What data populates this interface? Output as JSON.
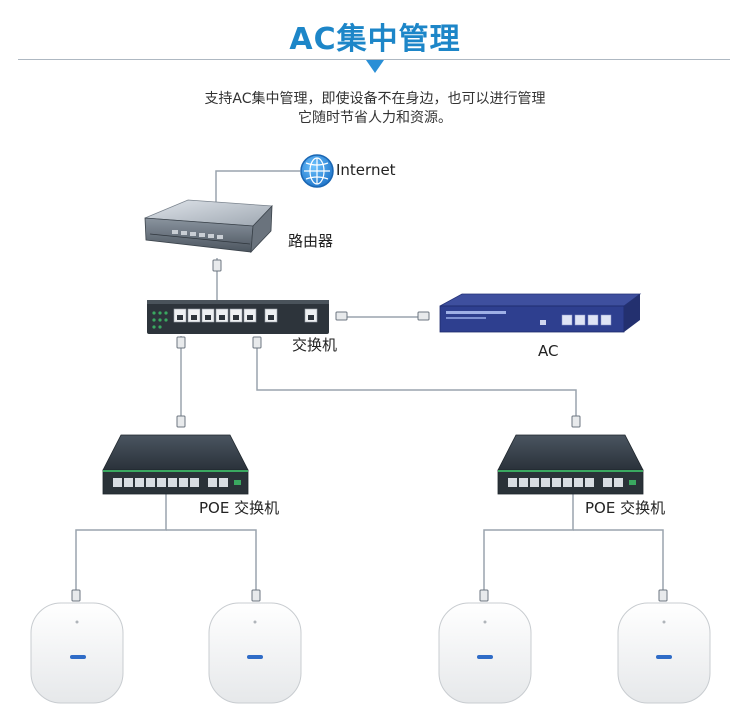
{
  "header": {
    "title": "AC集中管理",
    "description_line1": "支持AC集中管理，即使设备不在身边，也可以进行管理",
    "description_line2": "它随时节省人力和资源。"
  },
  "nodes": {
    "internet": "Internet",
    "router": "路由器",
    "switch": "交换机",
    "ac": "AC",
    "poe_switch_left": "POE 交换机",
    "poe_switch_right": "POE 交换机"
  },
  "colors": {
    "accent": "#1d86c8",
    "device_dark": "#2f3a44",
    "port_green": "#3aa860",
    "ac_blue": "#2e3f8f",
    "line": "#9aa4ad"
  },
  "icons": {
    "internet": "globe-icon"
  }
}
